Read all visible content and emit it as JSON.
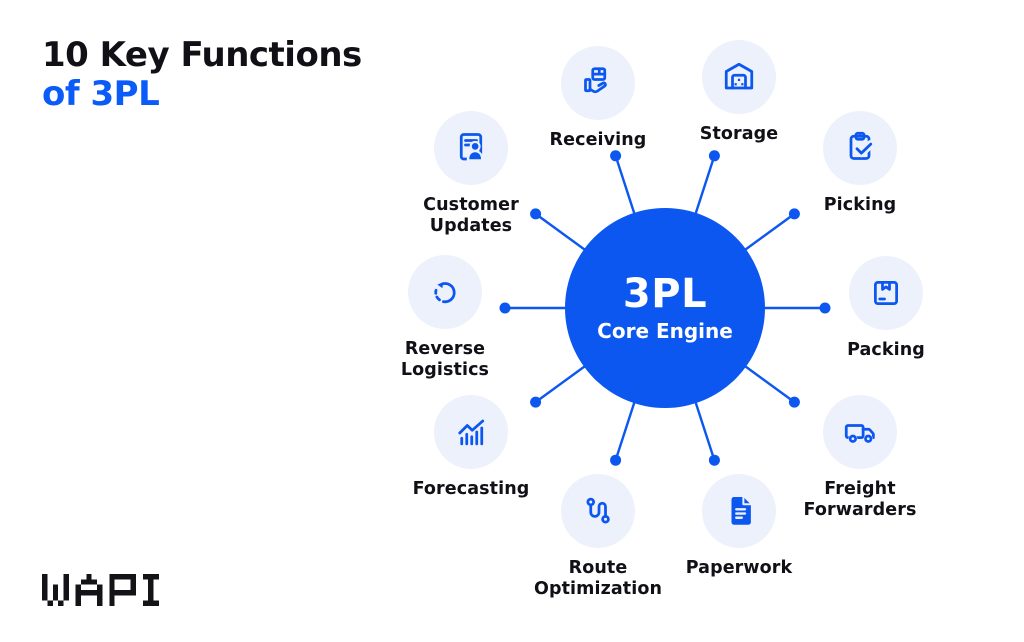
{
  "title": {
    "line1": "10 Key Functions",
    "line2": "of 3PL"
  },
  "center": {
    "title": "3PL",
    "subtitle": "Core Engine"
  },
  "nodes": [
    {
      "label": "Receiving",
      "icon": "hand-receiving-box-icon"
    },
    {
      "label": "Storage",
      "icon": "warehouse-icon"
    },
    {
      "label": "Picking",
      "icon": "clipboard-check-icon"
    },
    {
      "label": "Packing",
      "icon": "package-box-icon"
    },
    {
      "label": "Freight\nForwarders",
      "icon": "truck-icon"
    },
    {
      "label": "Paperwork",
      "icon": "document-icon"
    },
    {
      "label": "Route\nOptimization",
      "icon": "route-path-icon"
    },
    {
      "label": "Forecasting",
      "icon": "trend-chart-icon"
    },
    {
      "label": "Reverse\nLogistics",
      "icon": "circular-arrow-icon"
    },
    {
      "label": "Customer\nUpdates",
      "icon": "person-card-icon"
    }
  ],
  "logo": {
    "text": "WAPI"
  },
  "colors": {
    "accent": "#0b57f0",
    "title_accent": "#0b5bf9",
    "bubble_background": "#edf1fb",
    "text": "#101016",
    "background": "#ffffff",
    "center_text": "#ffffff"
  }
}
